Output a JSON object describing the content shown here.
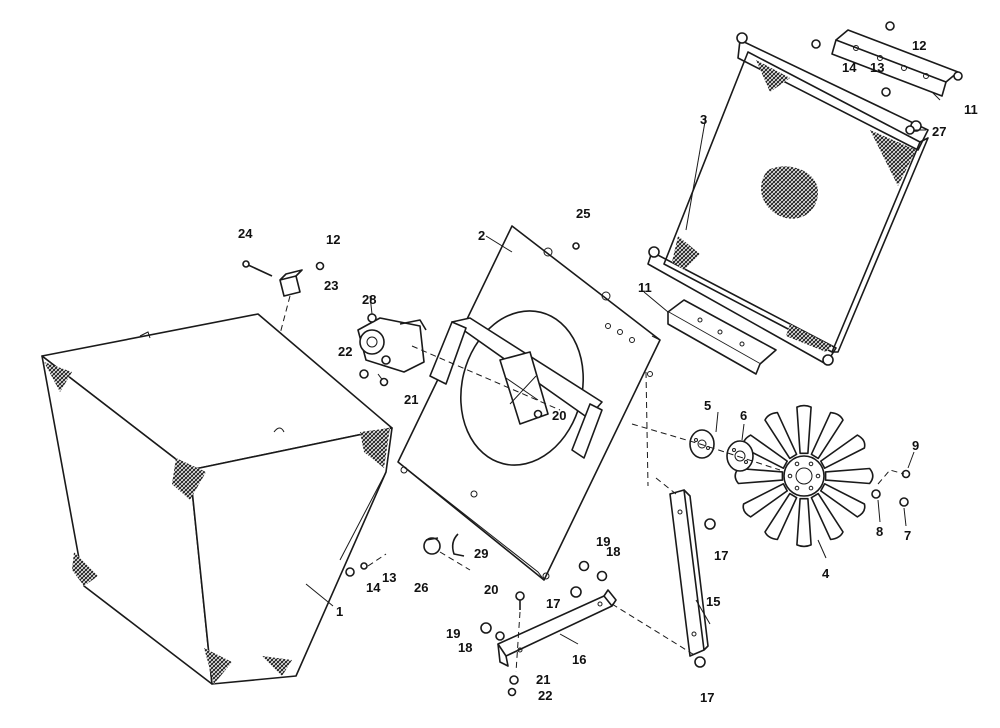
{
  "labels": {
    "p1": "1",
    "p2": "2",
    "p3": "3",
    "p4": "4",
    "p5": "5",
    "p6": "6",
    "p7": "7",
    "p8": "8",
    "p9": "9",
    "p11a": "11",
    "p11b": "11",
    "p12a": "12",
    "p12b": "12",
    "p13a": "13",
    "p13b": "13",
    "p14a": "14",
    "p14b": "14",
    "p15": "15",
    "p16": "16",
    "p17a": "17",
    "p17b": "17",
    "p17c": "17",
    "p18a": "18",
    "p18b": "18",
    "p19a": "19",
    "p19b": "19",
    "p20a": "20",
    "p20b": "20",
    "p21a": "21",
    "p21b": "21",
    "p22a": "22",
    "p22b": "22",
    "p23": "23",
    "p24": "24",
    "p25": "25",
    "p26": "26",
    "p27": "27",
    "p28": "28",
    "p29": "29"
  }
}
